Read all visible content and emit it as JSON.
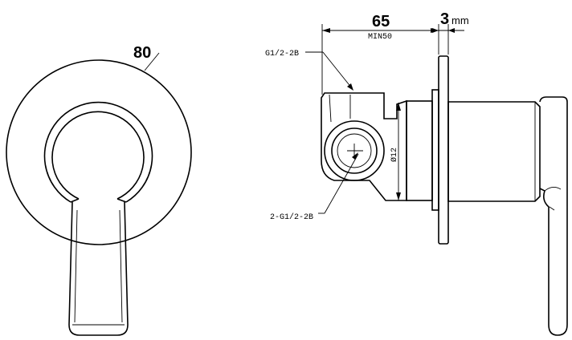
{
  "front_view": {
    "diameter": "80"
  },
  "side_view": {
    "depth": "65",
    "depth_min": "MIN50",
    "plate": "3",
    "plate_unit": "mm",
    "top_inlet": "G1/2-2B",
    "side_inlets": "2-G1/2-2B",
    "spacing": "Ø12"
  }
}
